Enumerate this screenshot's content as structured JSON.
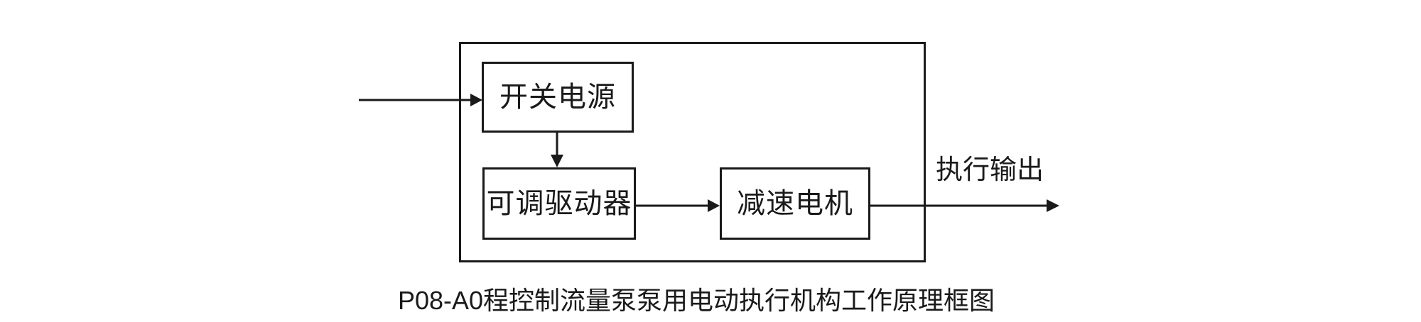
{
  "diagram": {
    "type": "block-diagram",
    "colors": {
      "background": "#ffffff",
      "line": "#1a1a1a",
      "text": "#1a1a1a"
    },
    "nodes": [
      {
        "id": "switching-power-supply",
        "label": "开关电源"
      },
      {
        "id": "adjustable-driver",
        "label": "可调驱动器"
      },
      {
        "id": "gear-motor",
        "label": "减速电机"
      }
    ],
    "edges": [
      {
        "from": "external-input",
        "to": "switching-power-supply"
      },
      {
        "from": "switching-power-supply",
        "to": "adjustable-driver"
      },
      {
        "from": "adjustable-driver",
        "to": "gear-motor"
      },
      {
        "from": "gear-motor",
        "to": "external-output",
        "label": "执行输出"
      }
    ],
    "output_label": "执行输出",
    "caption": "P08-A0程控制流量泵泵用电动执行机构工作原理框图"
  }
}
